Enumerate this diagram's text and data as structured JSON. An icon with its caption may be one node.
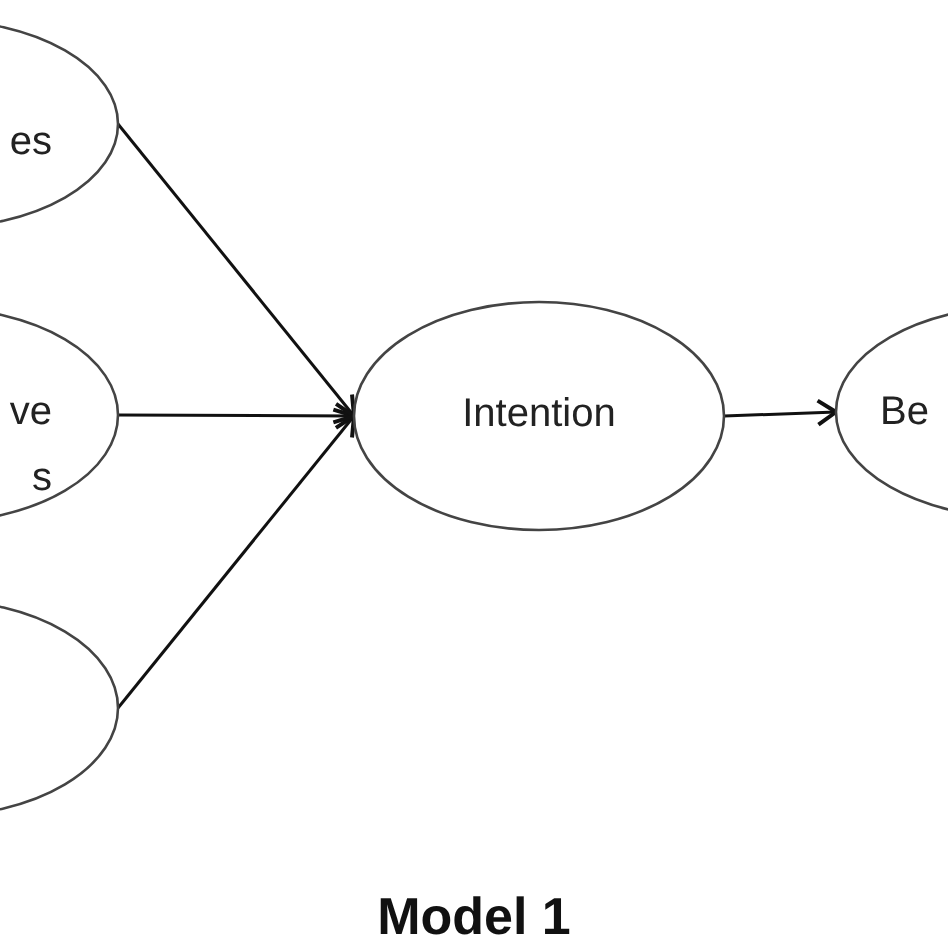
{
  "diagram": {
    "caption": "Model 1",
    "nodes": [
      {
        "text": [
          "es"
        ]
      },
      {
        "text": [
          "ve s"
        ]
      },
      {
        "text": [],
        "shape": "ellipse"
      },
      {
        "text": [
          "Intention"
        ]
      },
      {
        "text": [
          "Be"
        ]
      }
    ],
    "edges": [
      {
        "from": 0,
        "to": 3,
        "arrow": "to"
      },
      {
        "from": 1,
        "to": 3,
        "arrow": "to"
      },
      {
        "from": 2,
        "to": 3,
        "arrow": "to"
      },
      {
        "from": 3,
        "to": 4,
        "arrow": "to"
      }
    ]
  }
}
